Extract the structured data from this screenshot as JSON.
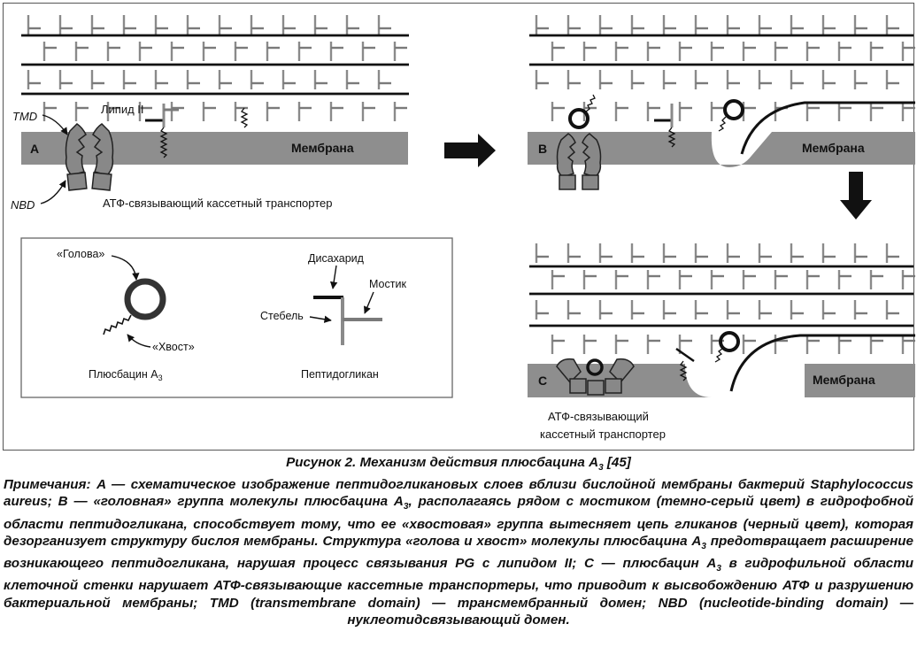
{
  "panel_a": {
    "label": "A",
    "membrane": "Мембрана",
    "tmd": "TMD",
    "nbd": "NBD",
    "lipid": "Липид II",
    "abc": "АТФ-связывающий кассетный транспортер"
  },
  "panel_b": {
    "label": "B",
    "membrane": "Мембрана"
  },
  "panel_c": {
    "label": "C",
    "membrane": "Мембрана",
    "abc_line1": "АТФ-связывающий",
    "abc_line2": "кассетный транспортер"
  },
  "legend": {
    "head": "«Голова»",
    "tail": "«Хвост»",
    "plusbacin": "Плюсбацин А",
    "plusbacin_sub": "3",
    "disaccharide": "Дисахарид",
    "bridge": "Мостик",
    "stem": "Стебель",
    "peptidoglycan": "Пептидогликан"
  },
  "caption": {
    "title": "Рисунок 2. Механизм действия плюсбацина А",
    "title_sub": "3",
    "title_ref": " [45]",
    "notes_1": "Примечания: A — схематическое изображение пептидогликановых слоев вблизи бислойной мембраны бактерий Staphylococcus aureus; B — «головная» группа молекулы плюсбацина А",
    "notes_2": ", располагаясь рядом с мостиком (темно-серый цвет) в гидрофобной области пептидогликана, способствует тому, что ее «хвостовая» группа вытесняет цепь гликанов (черный цвет), которая дезорганизует структуру бислоя мембраны. Структура «голова и хвост» молекулы плюсбацина А",
    "notes_3": " предотвращает расширение возникающего пептидогликана, нарушая процесс связывания PG с липидом II; C — плюсбацин А",
    "notes_4": " в гидрофильной области клеточной стенки нарушает АТФ-связывающие кассетные транспортеры, что приводит к высвобождению АТФ и разрушению бактериальной мембраны; TMD (transmembrane domain) — трансмембранный домен; NBD (nucleotide-binding domain) — нуклеотидсвязывающий домен.",
    "notes_sub": "3"
  },
  "colors": {
    "membrane": "#8e8e8e",
    "stem": "#8a8a8a",
    "bridge": "#7a7a7a",
    "glycan": "#111111",
    "protein": "#8c8c8c"
  }
}
